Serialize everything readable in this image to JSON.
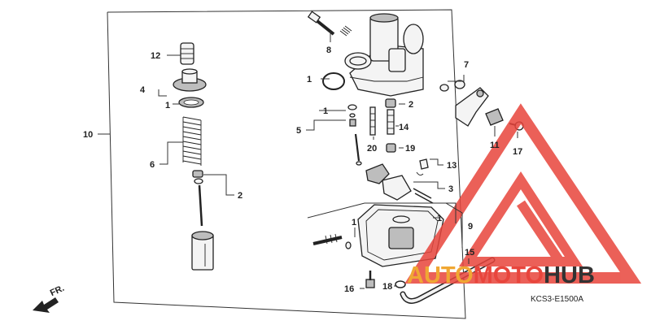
{
  "diagram": {
    "code": "KCS3-E1500A",
    "direction_label": "FR.",
    "callouts": {
      "c1a": "1",
      "c1b": "1",
      "c1c": "1",
      "c1d": "1",
      "c1e": "1",
      "c2a": "2",
      "c2b": "2",
      "c3": "3",
      "c4": "4",
      "c5": "5",
      "c6": "6",
      "c7": "7",
      "c8": "8",
      "c9": "9",
      "c10": "10",
      "c11": "11",
      "c12": "12",
      "c13": "13",
      "c14": "14",
      "c15": "15",
      "c16": "16",
      "c17": "17",
      "c18": "18",
      "c19": "19",
      "c20": "20"
    }
  },
  "watermark": {
    "part1": "AUTO",
    "part2": "MOTO",
    "part3": "HUB",
    "color_red": "#e8453c",
    "color_orange": "#f0a733",
    "color_dark": "#333333"
  }
}
